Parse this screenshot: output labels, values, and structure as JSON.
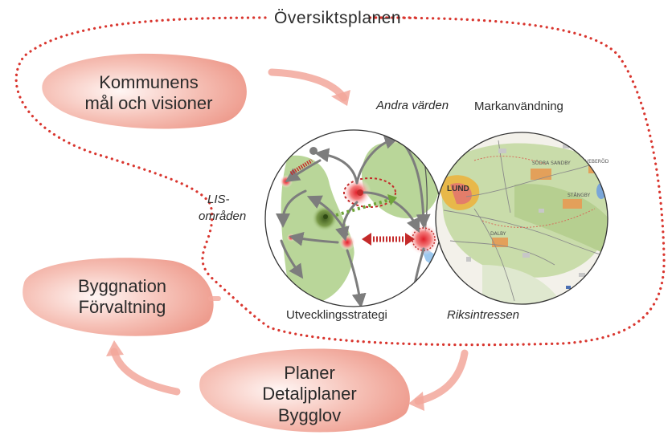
{
  "title": "Översiktsplanen",
  "blobs": {
    "kommunens": {
      "line1": "Kommunens",
      "line2": "mål och visioner"
    },
    "byggnation": {
      "line1": "Byggnation",
      "line2": "Förvaltning"
    },
    "planer": {
      "line1": "Planer",
      "line2": "Detaljplaner",
      "line3": "Bygglov"
    }
  },
  "labels": {
    "andra_varden": "Andra värden",
    "markanvandning": "Markanvändning",
    "lis_1": "LIS-",
    "lis_2": "områden",
    "utvecklingsstrategi": "Utvecklingsstrategi",
    "riksintressen": "Riksintressen"
  },
  "map": {
    "city": "LUND",
    "places": [
      "SÖDRA SANDBY",
      "DALBY",
      "STÅNGBY",
      "VEBERÖD"
    ]
  },
  "colors": {
    "dotted_outline": "#d9362f",
    "blob": "#f2a79b",
    "green_area": "#b9d699",
    "arrow_gray": "#7d7d7d",
    "map_city": "#e8b84a"
  }
}
